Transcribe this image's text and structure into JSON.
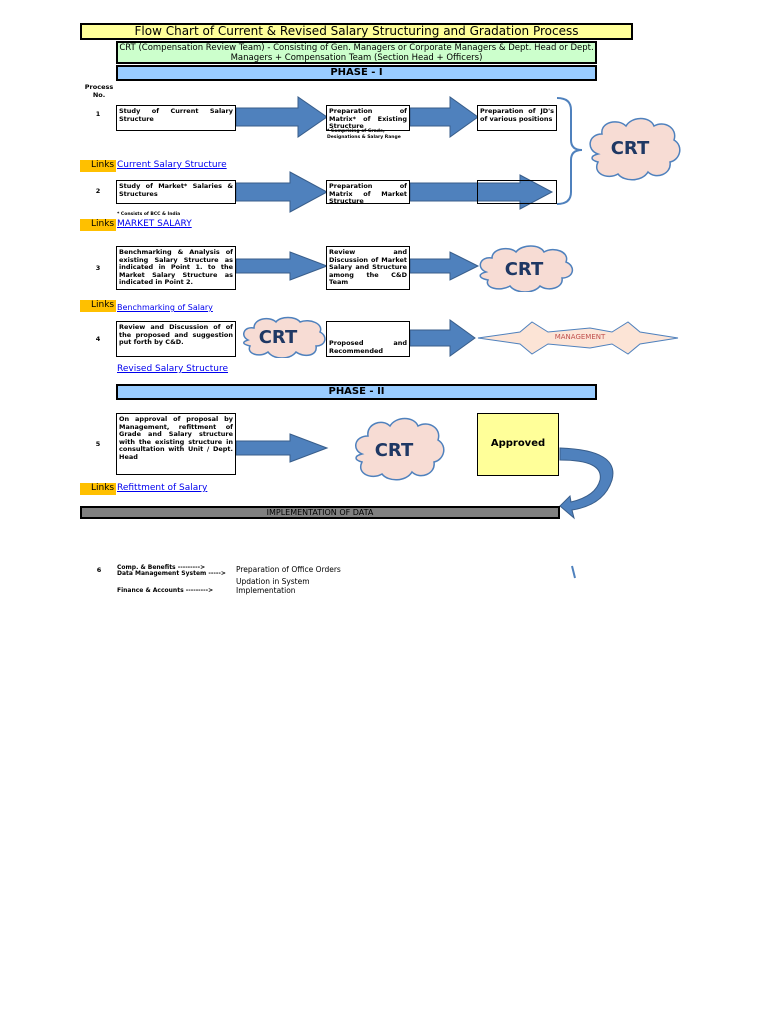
{
  "title": "Flow Chart of Current & Revised Salary Structuring and Gradation Process",
  "crt_description": "CRT (Compensation Review Team) - Consisting of Gen. Managers or Corporate Managers & Dept. Head or Dept. Managers + Compensation Team (Section Head + Officers)",
  "phase1": "PHASE - I",
  "phase2": "PHASE - II",
  "process_no_label": "Process No.",
  "crt_label": "CRT",
  "links_label": "Links",
  "steps": [
    {
      "no": "1",
      "box1": "Study of Current Salary Structure",
      "box2": "Preparation of Matrix* of Existing Structure",
      "box2_note": "* Comprising of Grade, Designations & Salary Range",
      "box3": "Preparation of JD's of various positions",
      "link": "Current Salary Structure"
    },
    {
      "no": "2",
      "box1": "Study of Market* Salaries & Structures",
      "box1_note": "* Consists of BCC & India",
      "box2": "Preparation of Matrix of Market Structure",
      "link": "MARKET SALARY"
    },
    {
      "no": "3",
      "box1": "Benchmarking & Analysis of existing Salary Structure as indicated in Point 1. to the Market Salary Structure as indicated in Point 2.",
      "box2": "Review and Discussion of Market Salary and Structure among the C&D Team",
      "link": "Benchmarking of Salary"
    },
    {
      "no": "4",
      "box1": "Review and Discussion of of the proposed and suggestion put forth by C&D.",
      "box2": "Proposed and Recommended",
      "management": "MANAGEMENT",
      "link": "Revised Salary Structure"
    },
    {
      "no": "5",
      "box1": "On approval of proposal by Management, refittment of Grade and Salary structure with the existing structure in consultation with Unit / Dept. Head",
      "approved": "Approved",
      "link": "Refittment of Salary"
    }
  ],
  "implementation": "IMPLEMENTATION OF DATA",
  "step6": {
    "no": "6",
    "rows": [
      {
        "dept": "Comp. & Benefits --------->",
        "action": "Preparation of Office Orders"
      },
      {
        "dept": "Data Management System ----->",
        "action": "Updation in System"
      },
      {
        "dept": "Finance & Accounts --------->",
        "action": "Implementation"
      }
    ]
  },
  "colors": {
    "title_bg": "#ffff99",
    "crt_desc_bg": "#ccffcc",
    "phase_bg": "#99ccff",
    "arrow": "#4f81bd",
    "cloud": "#f7dcd4",
    "crt_text": "#1f3864",
    "links_bg": "#ffc000",
    "approved_bg": "#ffff99",
    "impl_bg": "#808080"
  }
}
